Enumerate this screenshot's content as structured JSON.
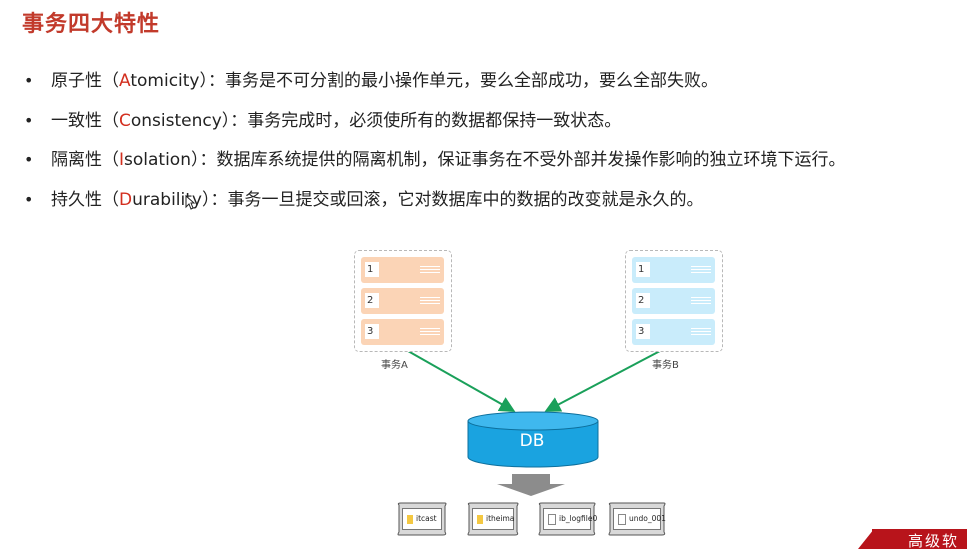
{
  "title": "事务四大特性",
  "bullets": [
    {
      "marker": "•",
      "pre": "原子性（",
      "hl": "A",
      "post": "tomicity）：事务是不可分割的最小操作单元，要么全部成功，要么全部失败。"
    },
    {
      "marker": "•",
      "pre": "一致性（",
      "hl": "C",
      "post": "onsistency）：事务完成时，必须使所有的数据都保持一致状态。"
    },
    {
      "marker": "•",
      "pre": "隔离性（",
      "hl": "I",
      "post": "solation）：数据库系统提供的隔离机制，保证事务在不受外部并发操作影响的独立环境下运行。"
    },
    {
      "marker": "•",
      "pre": "持久性（",
      "hl": "D",
      "post": "urability）：事务一旦提交或回滚，它对数据库中的数据的改变就是永久的。"
    }
  ],
  "diagram": {
    "transaction_a": {
      "label": "事务A",
      "items": [
        "1",
        "2",
        "3"
      ],
      "color": "#fbd4b6"
    },
    "transaction_b": {
      "label": "事务B",
      "items": [
        "1",
        "2",
        "3"
      ],
      "color": "#c9ecfb"
    },
    "db_label": "DB",
    "files": [
      {
        "name": "itcast",
        "icon": "folder-icon"
      },
      {
        "name": "itheima",
        "icon": "folder-icon"
      },
      {
        "name": "ib_logfile0",
        "icon": "document-icon"
      },
      {
        "name": "undo_001",
        "icon": "document-icon"
      }
    ]
  },
  "brand": {
    "text": "高级软"
  },
  "colors": {
    "title": "#c23a2b",
    "highlight": "#d32f1f",
    "arrow": "#1aa05a",
    "db": "#1aa3e0",
    "brand": "#b8141b"
  }
}
